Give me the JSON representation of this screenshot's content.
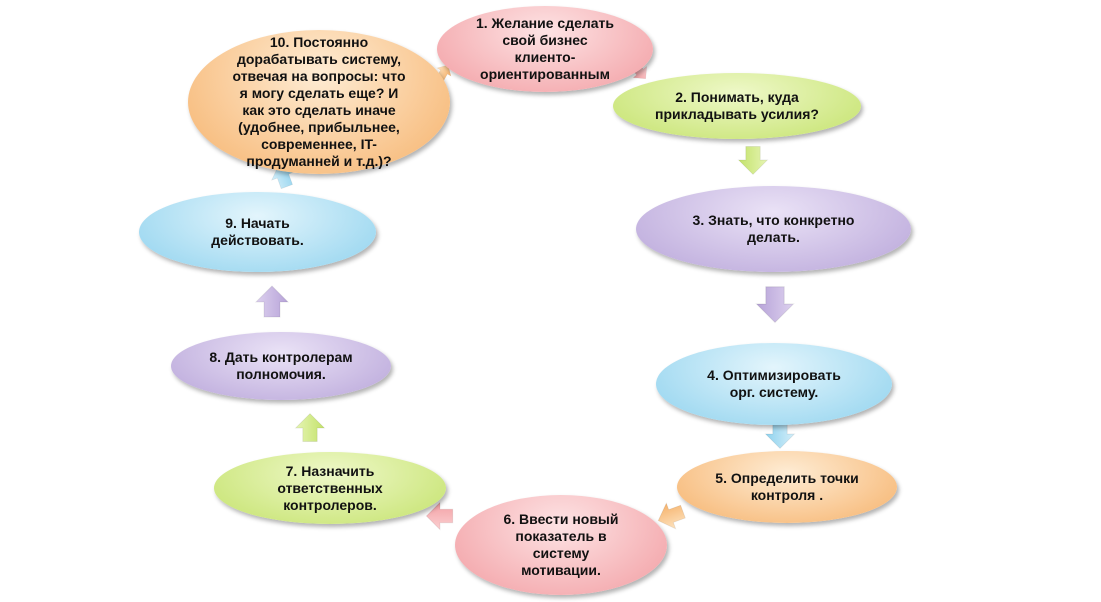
{
  "diagram": {
    "steps": [
      {
        "label": "1. Желание сделать\nсвой бизнес\nклиенто-\nориентированным",
        "color": "#f6a2a6"
      },
      {
        "label": "2. Понимать, куда\nприкладывать усилия?",
        "color": "#cde97a"
      },
      {
        "label": "3.  Знать,  что конкретно\nделать.",
        "color": "#c3b2df"
      },
      {
        "label": "4. Оптимизировать\nорг. систему.",
        "color": "#a8dcf1"
      },
      {
        "label": "5. Определить точки\nконтроля .",
        "color": "#f9c98c"
      },
      {
        "label": "6. Ввести новый\nпоказатель  в\nсистему\nмотивации.",
        "color": "#f6a2a6"
      },
      {
        "label": "7. Назначить\nответственных\nконтролеров.",
        "color": "#cde97a"
      },
      {
        "label": "8. Дать контролерам\nполномочия.",
        "color": "#c3b2df"
      },
      {
        "label": "9. Начать\nдействовать.",
        "color": "#a8dcf1"
      },
      {
        "label": "10. Постоянно\nдорабатывать систему,\nотвечая на вопросы: что\nя могу сделать еще? И\nкак это сделать иначе\n(удобнее, прибыльнее,\nсовременнее, IT-\nпродуманней и т.д.)?",
        "color": "#f9c98c"
      }
    ]
  }
}
